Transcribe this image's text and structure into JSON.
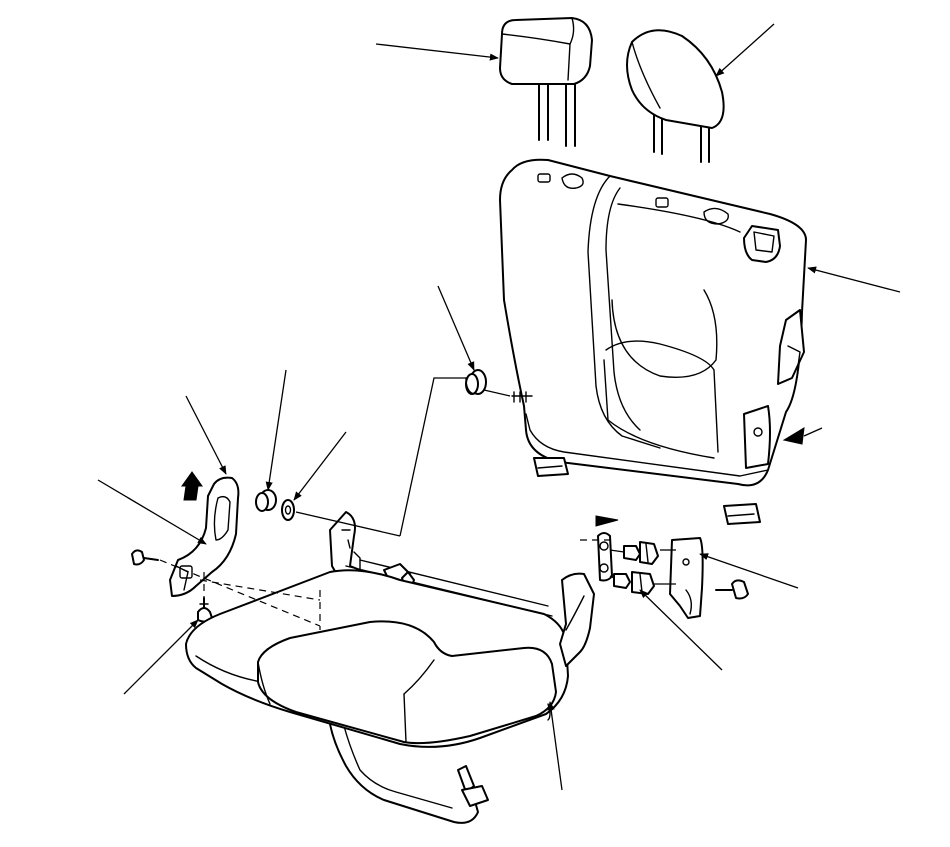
{
  "diagram": {
    "type": "exploded-assembly",
    "colors": {
      "line": "#000000",
      "background": "#ffffff"
    },
    "parts": [
      "headrest-left",
      "headrest-right",
      "seat-back",
      "bushing",
      "bushing-small",
      "washer",
      "trim-cover",
      "bolt-left",
      "clip",
      "seat-cushion",
      "hinge-bracket",
      "bolt-set",
      "end-cover",
      "cover-bolt"
    ],
    "callout_count": 12,
    "arrow_count": 3
  }
}
